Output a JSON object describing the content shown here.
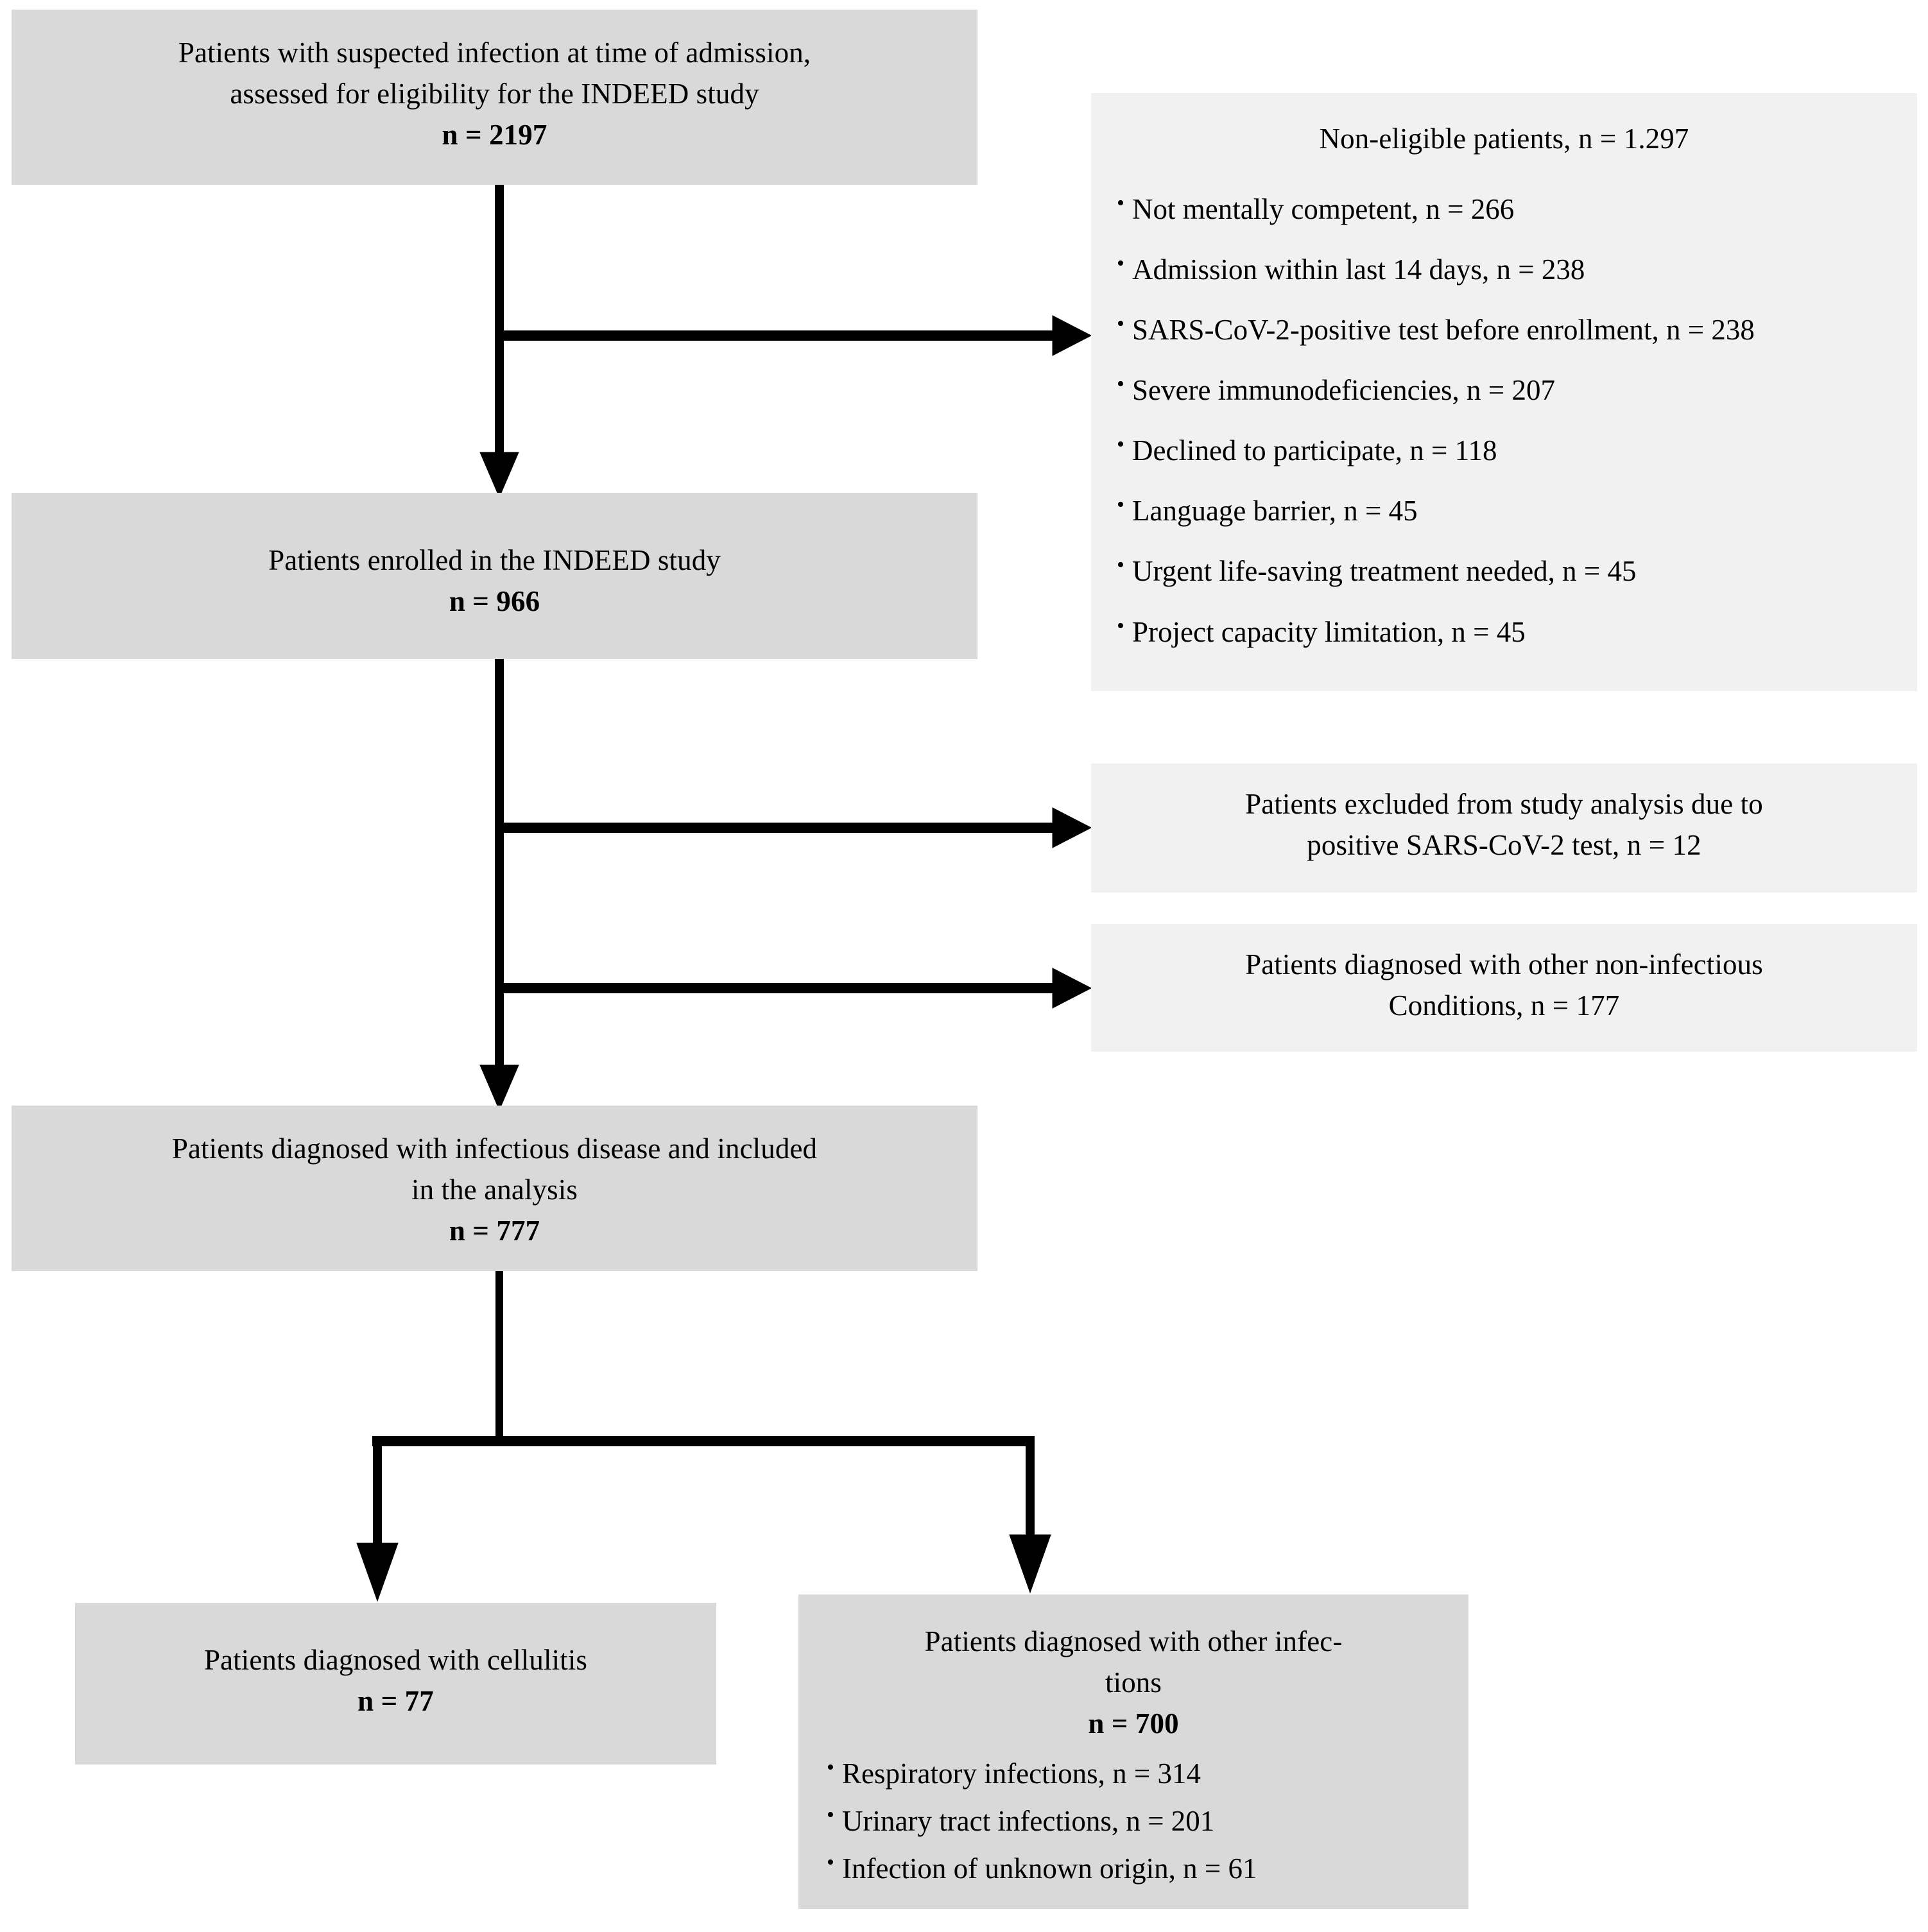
{
  "diagram": {
    "type": "study-flowchart",
    "title": "INDEED study patient flow",
    "colors": {
      "box_primary": "#d9d9d9",
      "box_secondary": "#f1f1f1",
      "arrow": "#000000",
      "text": "#000000",
      "background": "#ffffff"
    }
  },
  "nodes": {
    "screened": {
      "line1": "Patients with suspected infection at time of admission,",
      "line2": "assessed for eligibility for the INDEED study",
      "count": "n = 2197"
    },
    "non_eligible": {
      "heading": "Non-eligible patients, n = 1.297",
      "items": [
        "Not mentally competent, n = 266",
        "Admission within last 14 days, n = 238",
        "SARS-CoV-2-positive test before enrollment, n = 238",
        "Severe immunodeficiencies, n = 207",
        "Declined to participate, n = 118",
        "Language barrier, n = 45",
        "Urgent life-saving treatment needed, n = 45",
        "Project capacity limitation, n = 45"
      ]
    },
    "enrolled": {
      "line1": "Patients enrolled in the INDEED study",
      "count": "n = 966"
    },
    "excluded_covid": {
      "line1": "Patients excluded from study analysis due to",
      "line2": "positive SARS-CoV-2 test, n = 12"
    },
    "excluded_noninfectious": {
      "line1": "Patients diagnosed with other non-infectious",
      "line2": "Conditions, n = 177"
    },
    "analysed": {
      "line1": "Patients diagnosed with infectious disease and included",
      "line2": "in the analysis",
      "count": "n = 777"
    },
    "cellulitis": {
      "line1": "Patients diagnosed with cellulitis",
      "count": "n = 77"
    },
    "other_infections": {
      "line1": "Patients diagnosed with other infec-",
      "line2": "tions",
      "count": "n = 700",
      "items": [
        "Respiratory infections, n = 314",
        "Urinary tract infections, n = 201",
        "Infection of unknown origin, n = 61"
      ]
    }
  }
}
